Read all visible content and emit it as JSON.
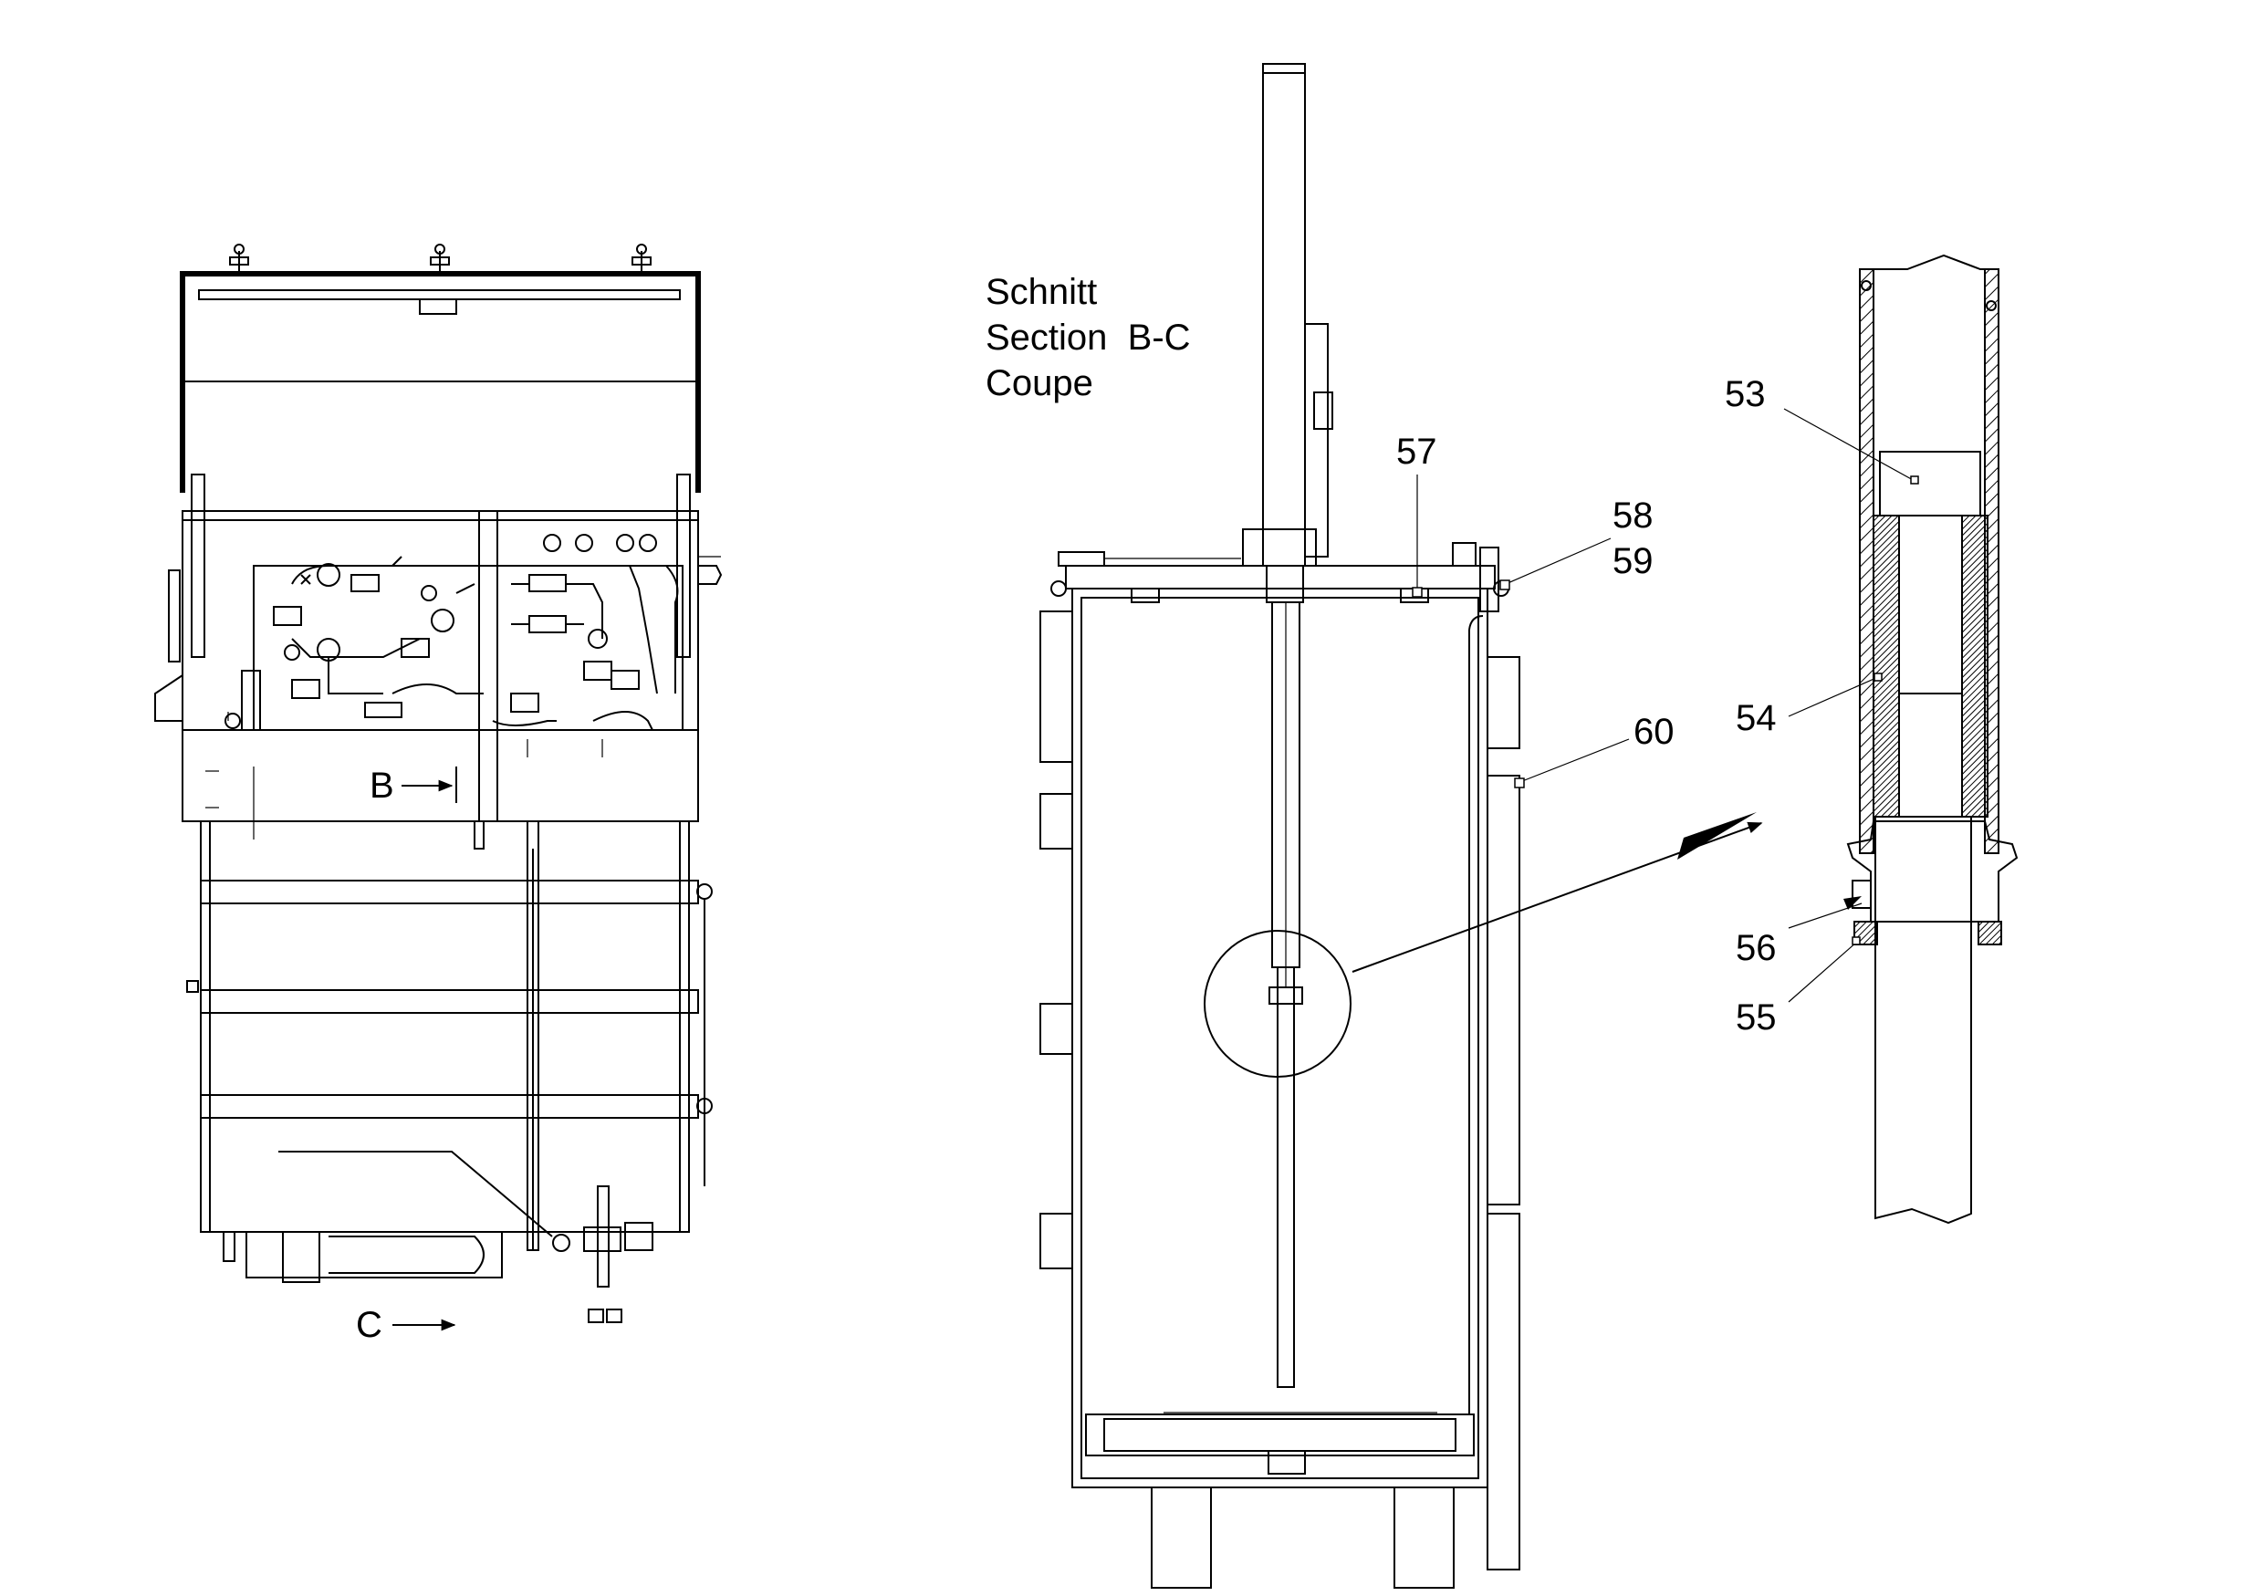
{
  "section_title": {
    "line1": "Schnitt",
    "line2": "Section  B-C",
    "line3": "Coupe"
  },
  "section_markers": {
    "b": "B",
    "c": "C"
  },
  "callouts": {
    "c53": "53",
    "c54": "54",
    "c55": "55",
    "c56": "56",
    "c57": "57",
    "c58": "58",
    "c59": "59",
    "c60": "60"
  },
  "colors": {
    "line": "#000000",
    "background": "#ffffff"
  }
}
